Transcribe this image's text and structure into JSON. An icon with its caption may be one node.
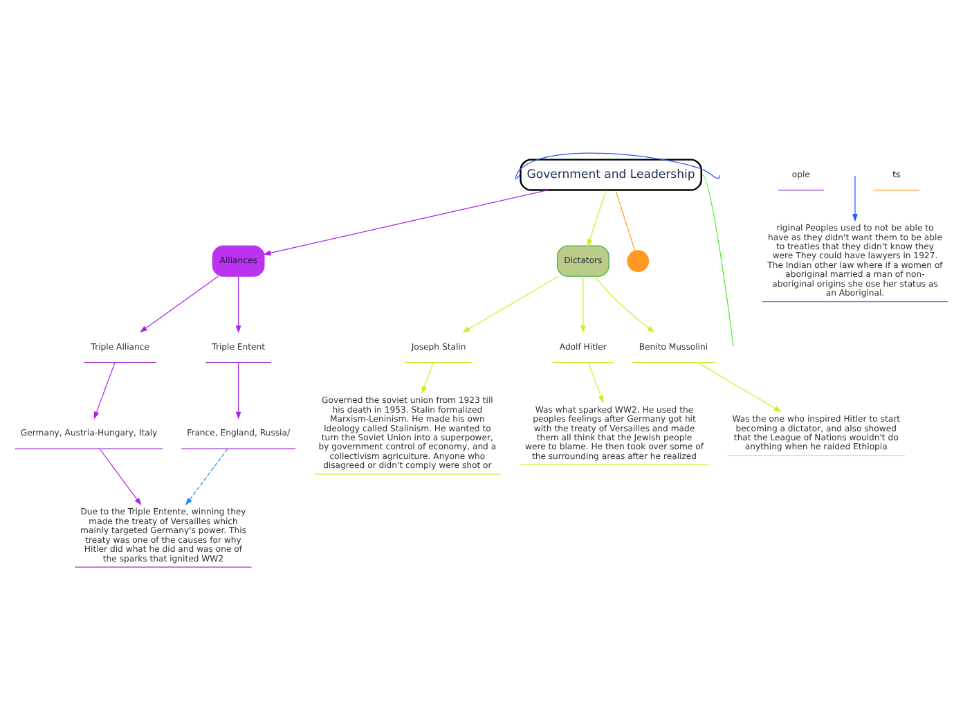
{
  "diagram": {
    "nodes": [
      {
        "text": [
          "Government and Leadership"
        ]
      },
      {
        "text": [
          "Alliances"
        ]
      },
      {
        "text": [
          "Triple Alliance"
        ]
      },
      {
        "text": [
          "Triple Entent"
        ]
      },
      {
        "text": [
          "Germany, Austria-Hungary, Italy"
        ]
      },
      {
        "text": [
          "France, England, Russia/"
        ]
      },
      {
        "text": [
          "Due to the Triple Entente, winning they made the treaty of Versailles which mainly targeted Germany's power. This treaty was one of the causes for why Hitler did what he did and was one of the sparks that ignited WW2"
        ]
      },
      {
        "text": [
          "Dictators"
        ]
      },
      {
        "text": [
          "Joseph Stalin"
        ]
      },
      {
        "text": [
          "Adolf Hitler"
        ]
      },
      {
        "text": [
          "Benito Mussolini"
        ]
      },
      {
        "text": [
          "Governed the soviet union from 1923 till his death in 1953. Stalin formalized Marxism-Leninism. He made his own Ideology called Stalinism. He wanted to turn the Soviet Union into a superpower, by government control of economy, and a collectivism agriculture. Anyone who disagreed or didn't comply were shot or"
        ]
      },
      {
        "text": [
          "Was what sparked WW2. He used the peoples feelings after Germany got hit with the treaty of Versailles and made them all think that the Jewish people were to blame. He then took over some of the surrounding areas after he realized"
        ]
      },
      {
        "text": [
          "Was the one who inspired Hitler to start becoming a dictator, and also showed that the League of Nations wouldn't do anything when he raided Ethiopia"
        ]
      },
      {
        "text": [
          "ople"
        ]
      },
      {
        "text": [
          "riginal Peoples used to not be able to have as they didn't want them to be able to treaties that they didn't know they were They could have lawyers in 1927. The Indian other law where if a women of aboriginal married a man of non-aboriginal origins she ose her status as an Aboriginal."
        ]
      },
      {
        "text": [],
        "shape": "circle"
      }
    ],
    "edges": [
      {
        "from": 0,
        "to": 1,
        "arrow": "to",
        "color": "#aa22ee"
      },
      {
        "from": 1,
        "to": 2,
        "arrow": "to",
        "color": "#aa22ee"
      },
      {
        "from": 1,
        "to": 3,
        "arrow": "to",
        "color": "#aa22ee"
      },
      {
        "from": 2,
        "to": 4,
        "arrow": "to",
        "color": "#aa22ee"
      },
      {
        "from": 3,
        "to": 5,
        "arrow": "to",
        "color": "#aa22ee"
      },
      {
        "from": 4,
        "to": 6,
        "arrow": "to",
        "color": "#aa22ee"
      },
      {
        "from": 5,
        "to": 6,
        "arrow": "to",
        "style": "dashed",
        "color": "#2288ee"
      },
      {
        "from": 0,
        "to": 7,
        "arrow": "to"
      },
      {
        "from": 7,
        "to": 8,
        "arrow": "to"
      },
      {
        "from": 7,
        "to": 9,
        "arrow": "to"
      },
      {
        "from": 7,
        "to": 10,
        "arrow": "to"
      },
      {
        "from": 8,
        "to": 11,
        "arrow": "to"
      },
      {
        "from": 9,
        "to": 12,
        "arrow": "to"
      },
      {
        "from": 10,
        "to": 13,
        "arrow": "to"
      },
      {
        "from": 0,
        "to": null,
        "arrow": "none",
        "color": "#2255ff"
      },
      {
        "from": null,
        "to": 15,
        "arrow": "to",
        "color": "#2255ff"
      },
      {
        "from": 0,
        "to": 16,
        "arrow": "none",
        "color": "#ff9922"
      },
      {
        "from": 0,
        "to": null,
        "arrow": "none",
        "color": "#44ee22"
      }
    ],
    "labels": [
      "ts"
    ]
  }
}
